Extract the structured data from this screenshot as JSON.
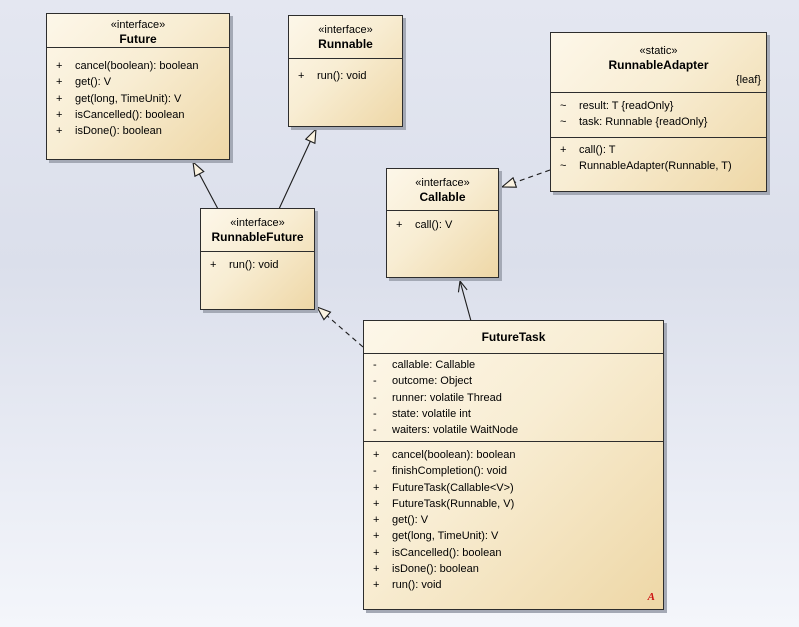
{
  "colors": {
    "background_top": "#e4e7f1",
    "background_bottom": "#f4f6fb",
    "box_fill_light": "#fdf7e9",
    "box_fill_dark": "#eed7a6",
    "box_border": "#2d2d2d",
    "box_shadow": "#a4a9b5",
    "connector": "#1c1c1c",
    "badge_red": "#cc1111"
  },
  "classes": {
    "future": {
      "stereotype": "«interface»",
      "name": "Future",
      "operations": [
        {
          "vis": "+",
          "text": "cancel(boolean): boolean"
        },
        {
          "vis": "+",
          "text": "get(): V"
        },
        {
          "vis": "+",
          "text": "get(long, TimeUnit): V"
        },
        {
          "vis": "+",
          "text": "isCancelled(): boolean"
        },
        {
          "vis": "+",
          "text": "isDone(): boolean"
        }
      ]
    },
    "runnable": {
      "stereotype": "«interface»",
      "name": "Runnable",
      "operations": [
        {
          "vis": "+",
          "text": "run(): void"
        }
      ]
    },
    "adapter": {
      "stereotype": "«static»",
      "name": "RunnableAdapter",
      "tag": "{leaf}",
      "attributes": [
        {
          "vis": "~",
          "text": "result: T {readOnly}"
        },
        {
          "vis": "~",
          "text": "task: Runnable {readOnly}"
        }
      ],
      "operations": [
        {
          "vis": "+",
          "text": "call(): T"
        },
        {
          "vis": "~",
          "text": "RunnableAdapter(Runnable, T)"
        }
      ]
    },
    "callable": {
      "stereotype": "«interface»",
      "name": "Callable",
      "operations": [
        {
          "vis": "+",
          "text": "call(): V"
        }
      ]
    },
    "runnableFuture": {
      "stereotype": "«interface»",
      "name": "RunnableFuture",
      "operations": [
        {
          "vis": "+",
          "text": "run(): void"
        }
      ]
    },
    "futureTask": {
      "name": "FutureTask",
      "badge": "A",
      "attributes": [
        {
          "vis": "-",
          "text": "callable: Callable"
        },
        {
          "vis": "-",
          "text": "outcome: Object"
        },
        {
          "vis": "-",
          "text": "runner: volatile Thread"
        },
        {
          "vis": "-",
          "text": "state: volatile int"
        },
        {
          "vis": "-",
          "text": "waiters: volatile WaitNode"
        }
      ],
      "operations": [
        {
          "vis": "+",
          "text": "cancel(boolean): boolean"
        },
        {
          "vis": "-",
          "text": "finishCompletion(): void"
        },
        {
          "vis": "+",
          "text": "FutureTask(Callable<V>)"
        },
        {
          "vis": "+",
          "text": "FutureTask(Runnable, V)"
        },
        {
          "vis": "+",
          "text": "get(): V"
        },
        {
          "vis": "+",
          "text": "get(long, TimeUnit): V"
        },
        {
          "vis": "+",
          "text": "isCancelled(): boolean"
        },
        {
          "vis": "+",
          "text": "isDone(): boolean"
        },
        {
          "vis": "+",
          "text": "run(): void"
        }
      ]
    }
  },
  "relations": [
    {
      "from": "RunnableFuture",
      "to": "Future",
      "type": "generalization",
      "line": "solid",
      "arrow": "hollow-triangle"
    },
    {
      "from": "RunnableFuture",
      "to": "Runnable",
      "type": "generalization",
      "line": "solid",
      "arrow": "hollow-triangle"
    },
    {
      "from": "FutureTask",
      "to": "RunnableFuture",
      "type": "realization",
      "line": "dashed",
      "arrow": "hollow-triangle"
    },
    {
      "from": "FutureTask",
      "to": "Callable",
      "type": "association",
      "line": "solid",
      "arrow": "open"
    },
    {
      "from": "RunnableAdapter",
      "to": "Callable",
      "type": "realization",
      "line": "dashed",
      "arrow": "hollow-triangle"
    }
  ]
}
